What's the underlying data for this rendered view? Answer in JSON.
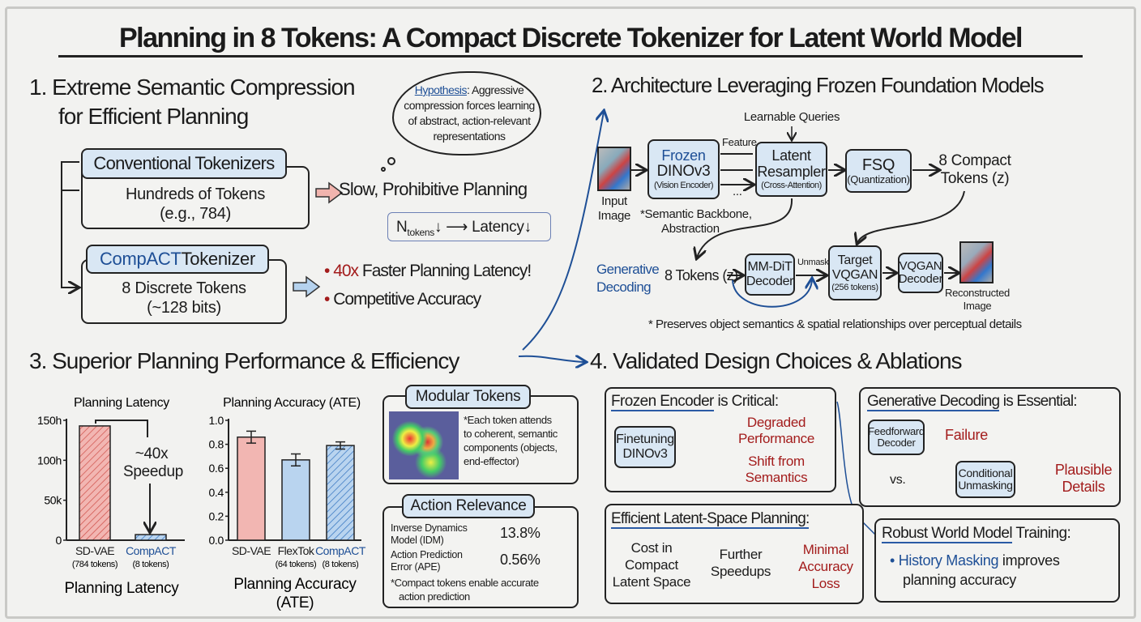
{
  "title": "Planning in 8 Tokens: A Compact Discrete Tokenizer for Latent World Model",
  "s1": {
    "heading_l1": "1. Extreme Semantic Compression",
    "heading_l2": "for Efficient Planning",
    "hypothesis_label": "Hypothesis",
    "hypothesis_text_l1": ": Aggressive",
    "hypothesis_text_l2": "compression forces learning",
    "hypothesis_text_l3": "of abstract, action-relevant",
    "hypothesis_text_l4": "representations",
    "conv_label": "Conventional Tokenizers",
    "conv_l1": "Hundreds of Tokens",
    "conv_l2": "(e.g., 784)",
    "slow": "Slow, Prohibitive Planning",
    "formula_n": "N",
    "formula_sub": "tokens",
    "formula_rest": "↓ ⟶ Latency↓",
    "compact_label_a": "CompACT",
    "compact_label_b": " Tokenizer",
    "compact_l1": "8 Discrete Tokens",
    "compact_l2": "(~128 bits)",
    "bullet1_a": "40x",
    "bullet1_b": " Faster Planning Latency!",
    "bullet2": "Competitive Accuracy"
  },
  "s2": {
    "heading": "2. Architecture Leveraging Frozen Foundation Models",
    "learnable": "Learnable Queries",
    "input_l1": "Input",
    "input_l2": "Image",
    "frozen_a": "Frozen",
    "frozen_b": "DINOv3",
    "frozen_c": "(Vision Encoder)",
    "feature": "Feature",
    "dots": "...",
    "note_l1": "*Semantic Backbone,",
    "note_l2": "Abstraction",
    "resampler_a": "Latent",
    "resampler_b": "Resampler",
    "resampler_c": "(Cross-Attention)",
    "fsq_a": "FSQ",
    "fsq_b": "(Quantization)",
    "compact_l1": "8 Compact",
    "compact_l2": "Tokens (z)",
    "gen_l1": "Generative",
    "gen_l2": "Decoding",
    "tokens": "8 Tokens (z)",
    "mmdit_a": "MM-DiT",
    "mmdit_b": "Decoder",
    "unmask": "Unmask",
    "target_a": "Target",
    "target_b": "VQGAN",
    "target_c": "(256 tokens)",
    "vqgan_a": "VQGAN",
    "vqgan_b": "Decoder",
    "recon_l1": "Reconstructed",
    "recon_l2": "Image",
    "footnote": "* Preserves object semantics & spatial relationships over perceptual details"
  },
  "s3": {
    "heading": "3. Superior Planning Performance & Efficiency",
    "speedup_l1": "~40x",
    "speedup_l2": "Speedup",
    "modular_label": "Modular Tokens",
    "modular_l1": "*Each token attends",
    "modular_l2": "to coherent, semantic",
    "modular_l3": "components (objects,",
    "modular_l4": "end-effector)",
    "action_label": "Action Relevance",
    "idm_l1": "Inverse Dynamics",
    "idm_l2": "Model (IDM)",
    "idm_val": "13.8%",
    "ape_l1": "Action Prediction",
    "ape_l2": "Error (APE)",
    "ape_val": "0.56%",
    "action_note_l1": "*Compact tokens enable accurate",
    "action_note_l2": "action prediction"
  },
  "s4": {
    "heading": "4. Validated Design Choices & Ablations",
    "frozen_title_a": "Frozen Encoder",
    "frozen_title_b": " is Critical:",
    "finetune_a": "Finetuning",
    "finetune_b": "DINOv3",
    "degraded_a": "Degraded",
    "degraded_b": "Performance",
    "shift_a": "Shift from",
    "shift_b": "Semantics",
    "gen_title_a": "Generative Decoding",
    "gen_title_b": " is Essential:",
    "ff_a": "Feedforward",
    "ff_b": "Decoder",
    "failure": "Failure",
    "vs": "vs.",
    "cond_a": "Conditional",
    "cond_b": "Unmasking",
    "plaus_a": "Plausible",
    "plaus_b": "Details",
    "eff_title": "Efficient Latent-Space Planning:",
    "cost_a": "Cost in",
    "cost_b": "Compact",
    "cost_c": "Latent Space",
    "further_a": "Further",
    "further_b": "Speedups",
    "min_a": "Minimal",
    "min_b": "Accuracy",
    "min_c": "Loss",
    "robust_title_a": "Robust World Model",
    "robust_title_b": " Training:",
    "robust_a": "History Masking",
    "robust_b": " improves",
    "robust_c": "planning accuracy"
  },
  "colors": {
    "accent_blue": "#1e4f96",
    "accent_red": "#a31c1c",
    "box_fill": "#d9e7f4",
    "bar_red": "#f2b6b2",
    "bar_blue": "#b9d4ef"
  },
  "chart_data": [
    {
      "type": "bar",
      "title": "Planning Latency",
      "xlabel": "Planning Latency",
      "ylabel": "",
      "ylim": [
        0,
        150
      ],
      "yticks": [
        "0",
        "50k",
        "100h",
        "150h"
      ],
      "ytick_values": [
        0,
        50,
        100,
        150
      ],
      "categories": [
        "SD-VAE",
        "CompACT"
      ],
      "category_sub": [
        "(784 tokens)",
        "(8 tokens)"
      ],
      "values": [
        143,
        7
      ],
      "hatched": [
        true,
        true
      ]
    },
    {
      "type": "bar",
      "title": "Planning Accuracy (ATE)",
      "xlabel_l1": "Planning Accuracy",
      "xlabel_l2": "(ATE)",
      "ylim": [
        0,
        1.0
      ],
      "yticks": [
        "0.0",
        "0.2",
        "0.4",
        "0.6",
        "0.8",
        "1.0"
      ],
      "ytick_values": [
        0,
        0.2,
        0.4,
        0.6,
        0.8,
        1.0
      ],
      "categories": [
        "SD-VAE",
        "FlexTok",
        "CompACT"
      ],
      "category_sub": [
        "",
        "(64 tokens)",
        "(8 tokens)"
      ],
      "values": [
        0.86,
        0.67,
        0.79
      ],
      "errors": [
        0.05,
        0.05,
        0.03
      ],
      "hatched": [
        false,
        false,
        true
      ]
    }
  ]
}
